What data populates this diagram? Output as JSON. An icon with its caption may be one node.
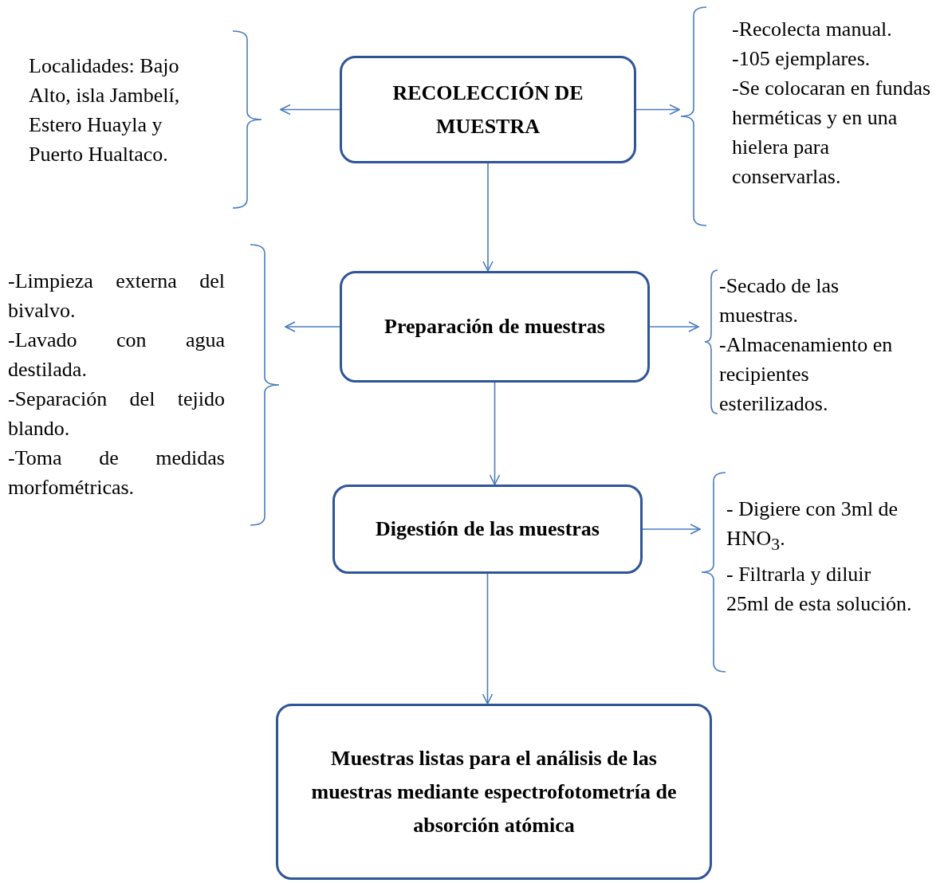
{
  "diagram": {
    "nodes": [
      {
        "text": [
          "RECOLECCIÓN DE MUESTRA"
        ]
      },
      {
        "text": [
          "Localidades: Bajo Alto, isla Jambelí, Estero Huayla y Puerto Hualtaco."
        ]
      },
      {
        "text": [
          "-Recolecta manual.",
          "-105 ejemplares.",
          "-Se colocaran en fundas herméticas y en una hielera para conservarlas."
        ]
      },
      {
        "text": [
          "Preparación de muestras"
        ]
      },
      {
        "text": [
          "-Limpieza externa del bivalvo.",
          "-Lavado con agua destilada.",
          "-Separación del tejido blando.",
          "-Toma de medidas morfométricas."
        ]
      },
      {
        "text": [
          "-Secado de las muestras.",
          "-Almacenamiento en recipientes esterilizados."
        ]
      },
      {
        "text": [
          "Digestión de las muestras"
        ]
      },
      {
        "text": [
          "- Digiere con 3ml de HNO$_{3}$.",
          "- Filtrarla y diluir 25ml de esta solución."
        ]
      },
      {
        "text": [
          "Muestras listas para el análisis de las muestras mediante espectrofotometría de absorción atómica"
        ]
      }
    ],
    "edges": [
      {
        "from": 0,
        "to": 1,
        "arrow": "to"
      },
      {
        "from": 0,
        "to": 2,
        "arrow": "to"
      },
      {
        "from": 0,
        "to": 3,
        "arrow": "to"
      },
      {
        "from": 3,
        "to": 4,
        "arrow": "to"
      },
      {
        "from": 3,
        "to": 5,
        "arrow": "to"
      },
      {
        "from": 3,
        "to": 6,
        "arrow": "to"
      },
      {
        "from": 6,
        "to": 7,
        "arrow": "to"
      },
      {
        "from": 6,
        "to": 8,
        "arrow": "to"
      }
    ]
  }
}
